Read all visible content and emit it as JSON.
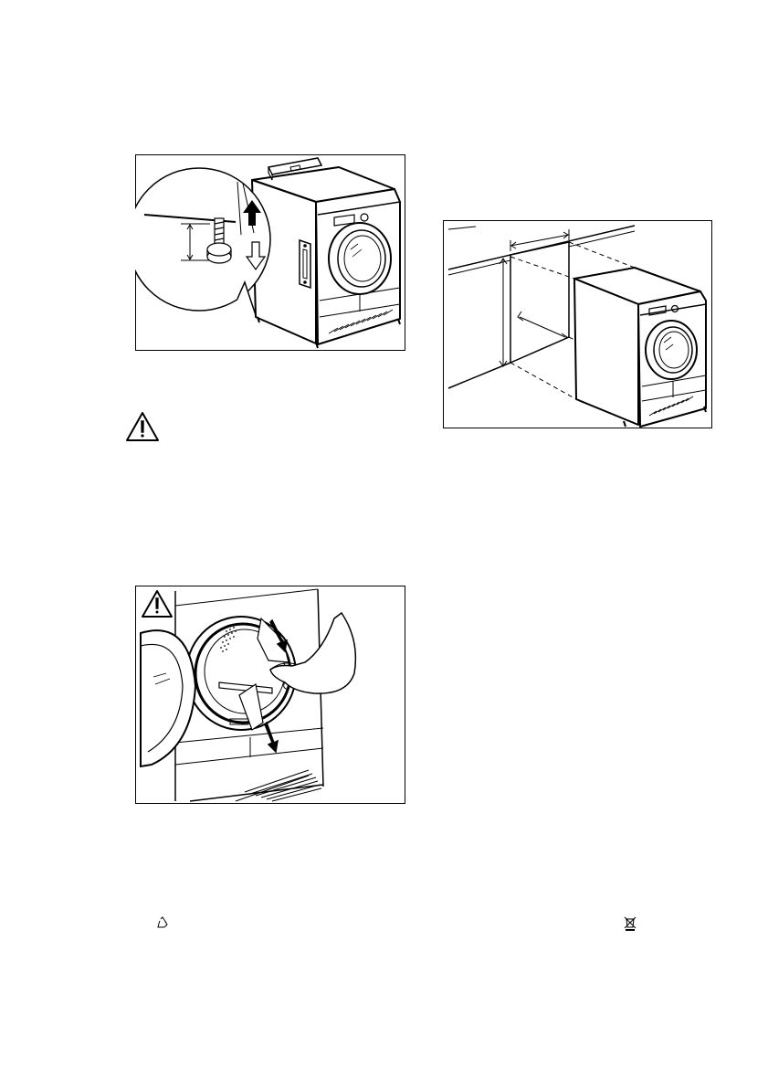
{
  "page": {
    "figures": [
      {
        "id": "levelling",
        "icon": "adjustable-foot-levelling-illustration"
      },
      {
        "id": "recess",
        "icon": "dryer-installation-recess-illustration"
      },
      {
        "id": "door",
        "icon": "remove-drum-packaging-illustration"
      }
    ],
    "icons": {
      "warning": "warning-triangle-icon",
      "recycle": "recycle-icon",
      "weee": "crossed-out-bin-icon"
    },
    "colors": {
      "ink": "#000000",
      "paper": "#ffffff"
    }
  }
}
